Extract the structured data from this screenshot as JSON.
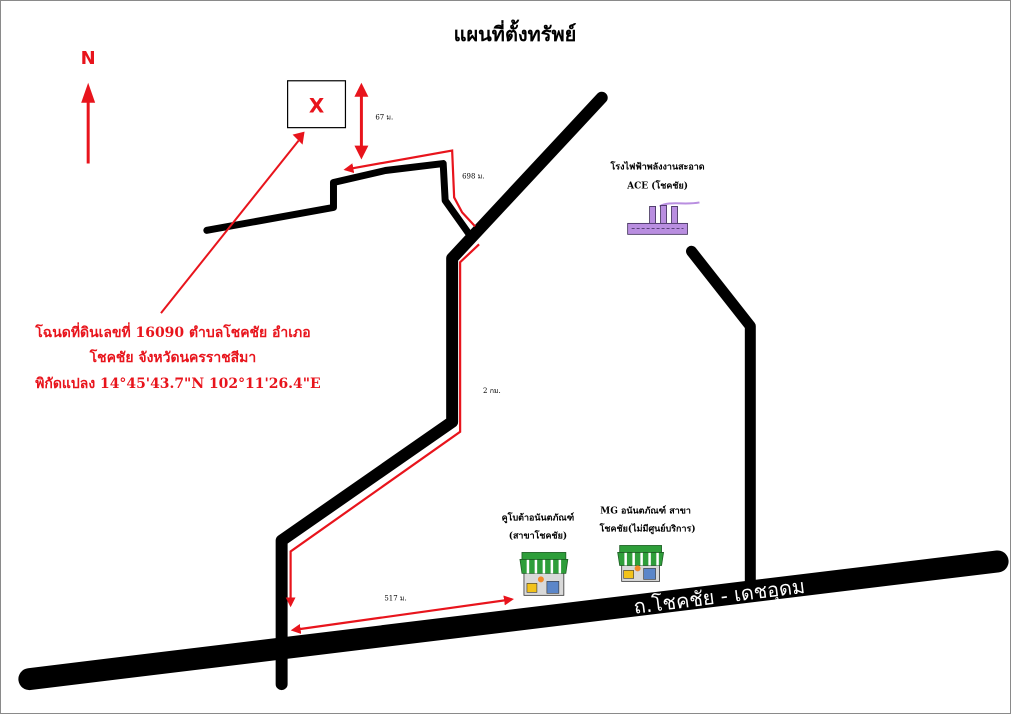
{
  "title": "แผนที่ตั้งทรัพย์",
  "north_label": "N",
  "property_marker": "X",
  "property_description": [
    "โฉนดที่ดินเลขที่ 16090  ตำบลโชคชัย อำเภอ",
    "โชคชัย  จังหวัดนครราชสีมา",
    "พิกัดแปลง 14°45'43.7\"N 102°11'26.4\"E"
  ],
  "distances": {
    "plot_depth": "67 ม.",
    "to_plot": "698 ม.",
    "main_leg": "2 กม.",
    "from_main_road": "517 ม."
  },
  "landmarks": {
    "power_plant": [
      "โรงไฟฟ้าพลังงานสะอาด",
      "ACE (โชคชัย)"
    ],
    "shop_left": [
      "คูโบต้าอนันตภัณฑ์",
      "(สาขาโชคชัย)"
    ],
    "shop_right": [
      "MG อนันตภัณฑ์ สาขา",
      "โชคชัย(ไม่มีศูนย์บริการ)"
    ]
  },
  "road_name": "ถ.โชคชัย - เดชอุดม",
  "colors": {
    "road": "#000000",
    "route": "#e8141c",
    "factory": "#b98ee0",
    "shop_roof": "#2e9e3a"
  }
}
